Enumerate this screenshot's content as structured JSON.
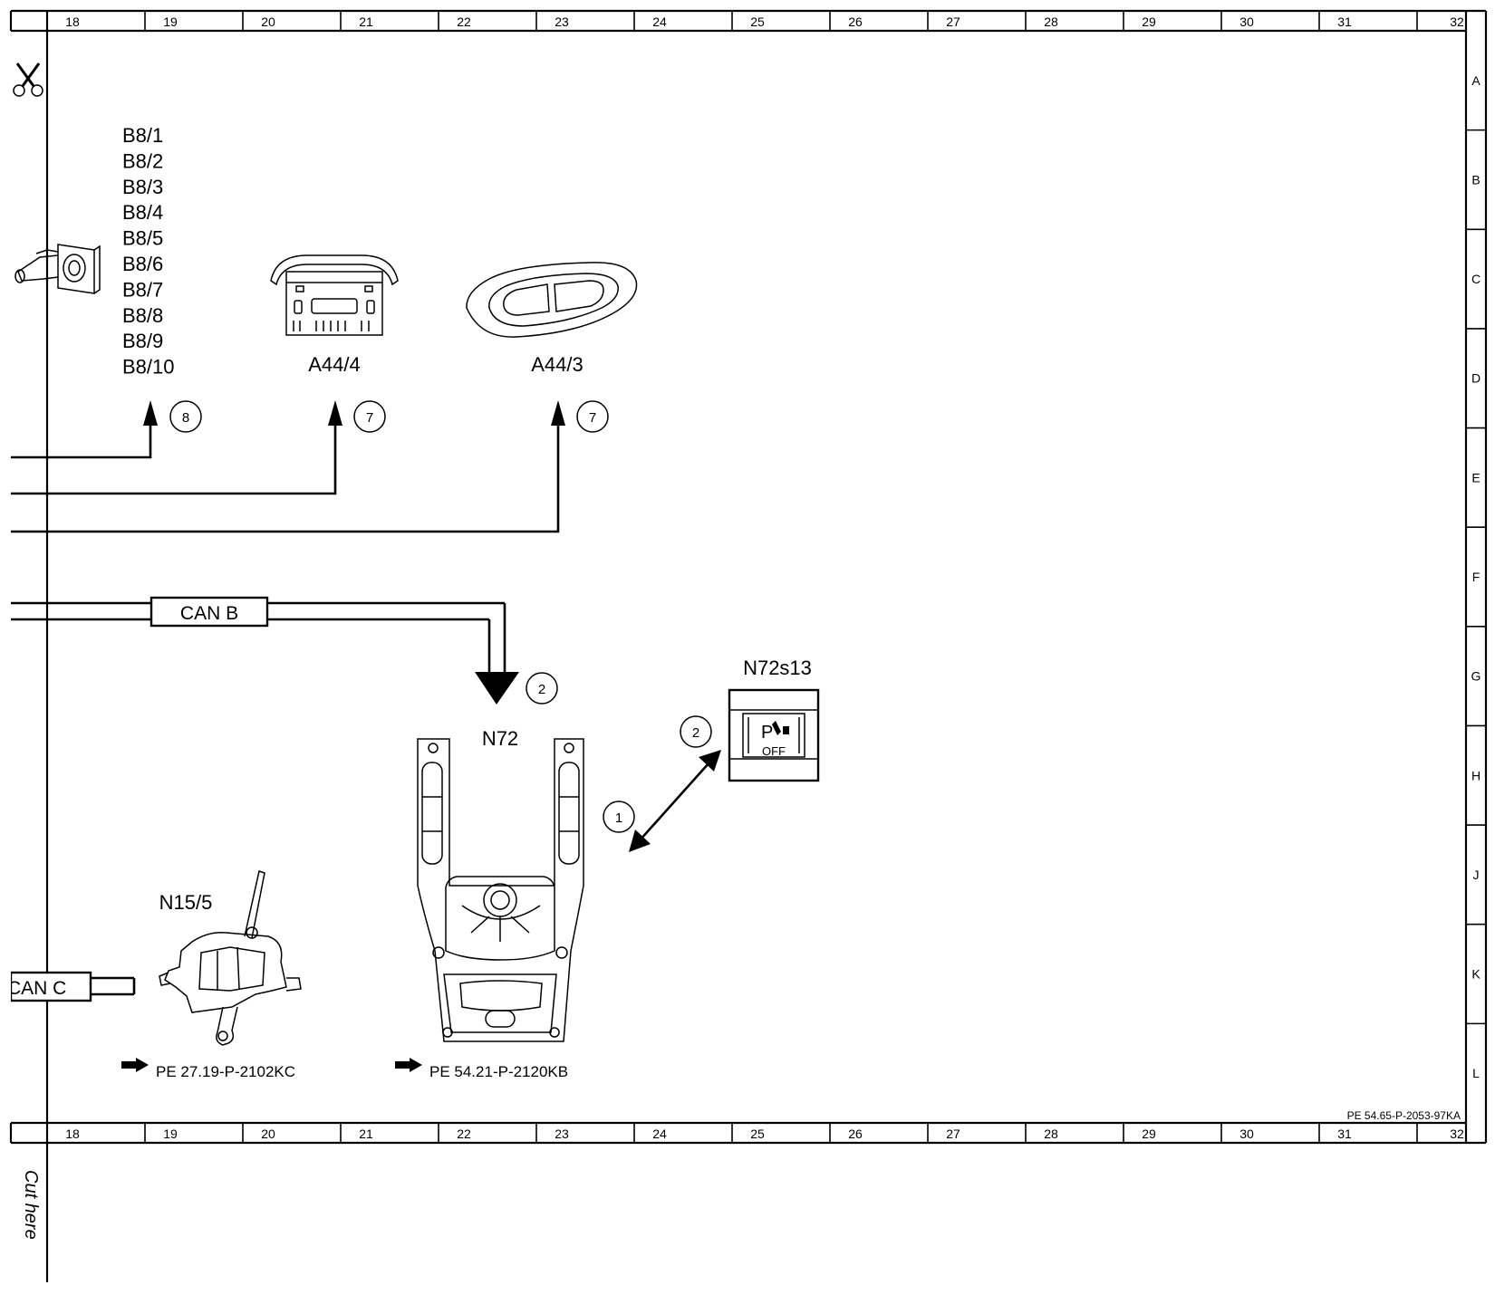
{
  "grid": {
    "columns": [
      "18",
      "19",
      "20",
      "21",
      "22",
      "23",
      "24",
      "25",
      "26",
      "27",
      "28",
      "29",
      "30",
      "31",
      "32"
    ],
    "rows": [
      "A",
      "B",
      "C",
      "D",
      "E",
      "F",
      "G",
      "H",
      "J",
      "K",
      "L"
    ]
  },
  "cut_note": "Cut here",
  "b8": {
    "labels": [
      "B8/1",
      "B8/2",
      "B8/3",
      "B8/4",
      "B8/5",
      "B8/6",
      "B8/7",
      "B8/8",
      "B8/9",
      "B8/10"
    ],
    "ref_num": "8"
  },
  "a44_4": {
    "label": "A44/4",
    "ref_num": "7"
  },
  "a44_3": {
    "label": "A44/3",
    "ref_num": "7"
  },
  "bus_b": {
    "label": "CAN B",
    "ref_num": "2"
  },
  "bus_c": {
    "label": "CAN C"
  },
  "n72": {
    "label": "N72",
    "doc_ref": "PE 54.21-P-2120KB"
  },
  "n72s13": {
    "label": "N72s13",
    "switch_text": "OFF",
    "switch_symbol": "P",
    "link_a": "1",
    "link_b": "2"
  },
  "n15_5": {
    "label": "N15/5",
    "doc_ref": "PE 27.19-P-2102KC"
  },
  "sheet_code": "PE 54.65-P-2053-97KA"
}
